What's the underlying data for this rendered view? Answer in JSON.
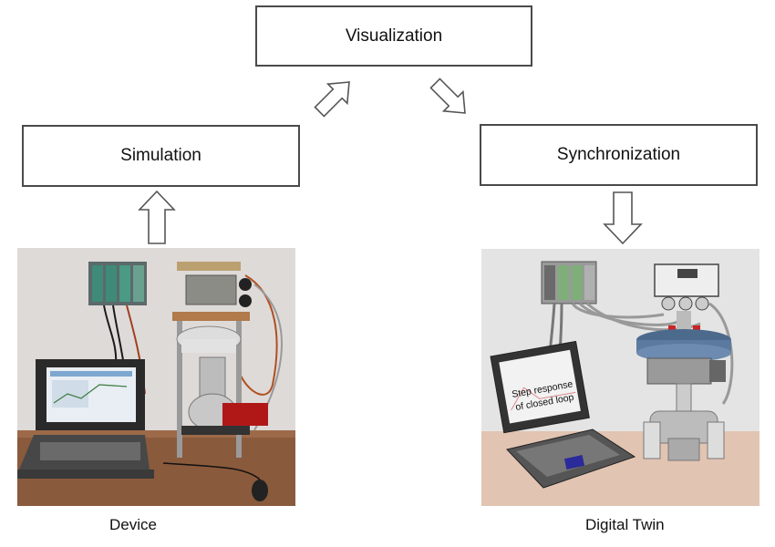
{
  "boxes": {
    "visualization": "Visualization",
    "simulation": "Simulation",
    "synchronization": "Synchronization"
  },
  "captions": {
    "device": "Device",
    "digital_twin": "Digital Twin"
  },
  "twin_screen": {
    "line1": "Step response",
    "line2": "of closed loop"
  }
}
